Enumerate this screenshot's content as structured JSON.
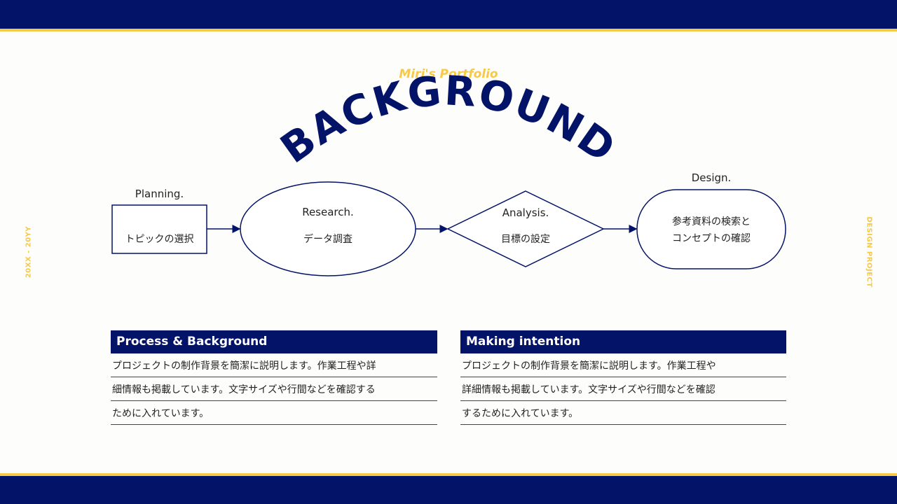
{
  "header": {
    "portfolio": "Miri's Portfolio",
    "title": "BACKGROUND"
  },
  "side": {
    "left": "20XX - 20YY",
    "right": "DESIGN PROJECT"
  },
  "flow": {
    "planning": {
      "title": "Planning.",
      "body": "トピックの選択"
    },
    "research": {
      "title": "Research.",
      "body": "データ調査"
    },
    "analysis": {
      "title": "Analysis.",
      "body": "目標の設定"
    },
    "design": {
      "title": "Design.",
      "body_line1": "参考資料の検索と",
      "body_line2": "コンセプトの確認"
    }
  },
  "sections": {
    "process": {
      "title": "Process & Background",
      "lines": [
        "プロジェクトの制作背景を簡潔に説明します。作業工程や詳",
        "細情報も掲載しています。文字サイズや行間などを確認する",
        "ために入れています。"
      ]
    },
    "intention": {
      "title": "Making intention",
      "lines": [
        "プロジェクトの制作背景を簡潔に説明します。作業工程や",
        "詳細情報も掲載しています。文字サイズや行間などを確認",
        "するために入れています。"
      ]
    }
  },
  "colors": {
    "navy": "#021368",
    "yellow": "#f7c948",
    "background": "#fdfdfb"
  }
}
